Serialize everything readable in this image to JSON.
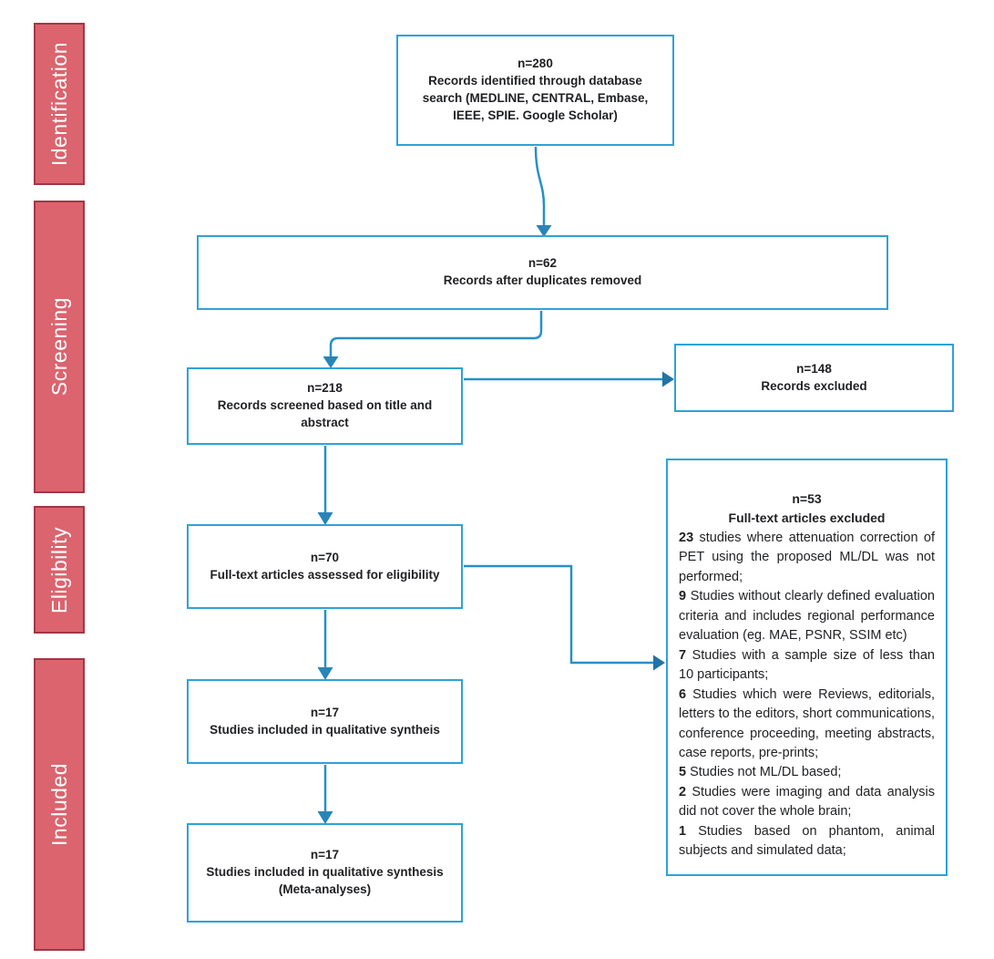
{
  "diagram_title": "PRISMA study selection flow diagram",
  "palette": {
    "box_border_blue": "#2da2d8",
    "connector_blue": "#2691c6",
    "arrowhead_vertical": "#2a84b6",
    "arrowhead_horizontal": "#2174a6",
    "stage_fill_red": "#db646e",
    "stage_border_red": "#a03845",
    "stage_text": "#ffffff",
    "box_text": "#1f2023"
  },
  "stages": [
    {
      "label": "Identification"
    },
    {
      "label": "Screening"
    },
    {
      "label": "Eligibility"
    },
    {
      "label": "Included"
    }
  ],
  "boxes": {
    "identified": {
      "n": "n=280",
      "desc": "Records identified through database search (MEDLINE, CENTRAL, Embase, IEEE, SPIE. Google Scholar)"
    },
    "deduplicated": {
      "n": "n=62",
      "desc": "Records after duplicates removed"
    },
    "screened": {
      "n": "n=218",
      "desc": "Records screened based on title and abstract"
    },
    "records_excluded": {
      "n": "n=148",
      "desc": "Records excluded"
    },
    "fulltext_assessed": {
      "n": "n=70",
      "desc": "Full-text articles assessed for eligibility"
    },
    "qualitative": {
      "n": "n=17",
      "desc": "Studies included in qualitative syntheis"
    },
    "meta": {
      "n": "n=17",
      "desc": "Studies included in qualitative synthesis (Meta-analyses)"
    },
    "fulltext_excluded": {
      "n": "n=53",
      "heading": "Full-text articles excluded",
      "items": [
        {
          "num": "23",
          "text": "studies where attenuation correction of PET using the proposed ML/DL was not performed;"
        },
        {
          "num": "9",
          "text": "Studies without clearly defined evaluation criteria and includes regional performance evaluation (eg. MAE, PSNR, SSIM etc)"
        },
        {
          "num": "7",
          "text": "Studies with a sample size of less than 10 participants;"
        },
        {
          "num": "6",
          "text": "Studies which were Reviews, editorials, letters to the editors, short communications, conference proceeding, meeting abstracts, case reports, pre-prints;"
        },
        {
          "num": "5",
          "text": "Studies not ML/DL based;"
        },
        {
          "num": "2",
          "text": "Studies were imaging and data analysis did not cover the whole brain;"
        },
        {
          "num": "1",
          "text": "Studies based on phantom, animal subjects and simulated data;"
        }
      ]
    }
  }
}
